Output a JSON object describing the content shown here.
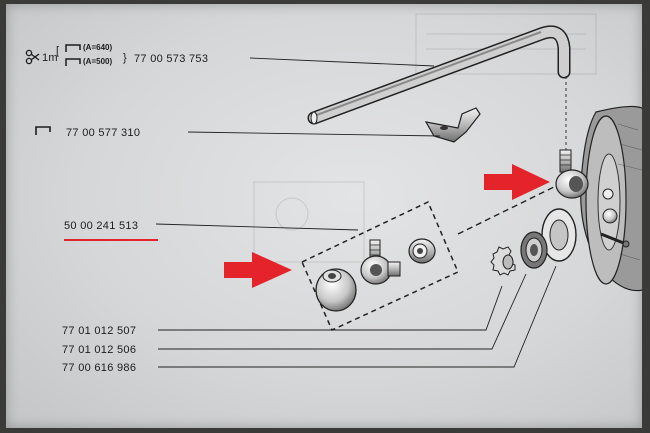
{
  "callouts": [
    {
      "id": "brake-pipe",
      "part_number": "77 00 573 753",
      "prefix": "1m",
      "variants": [
        "(A=640)",
        "(A=500)"
      ]
    },
    {
      "id": "bracket",
      "part_number": "77 00 577 310"
    },
    {
      "id": "kit",
      "part_number": "50 00 241 513",
      "highlighted": true
    },
    {
      "id": "lock-washer",
      "part_number": "77 01 012 507"
    },
    {
      "id": "seal-ring",
      "part_number": "77 01 012 506"
    },
    {
      "id": "gasket",
      "part_number": "77 00 616 986"
    }
  ],
  "colors": {
    "highlight": "#e4232a",
    "ink": "#1c1c1c",
    "paper": "#d9dadb"
  },
  "icons": [
    "scissors-icon",
    "pipe-bend-icon",
    "bracket-icon",
    "arrow-right-icon"
  ]
}
